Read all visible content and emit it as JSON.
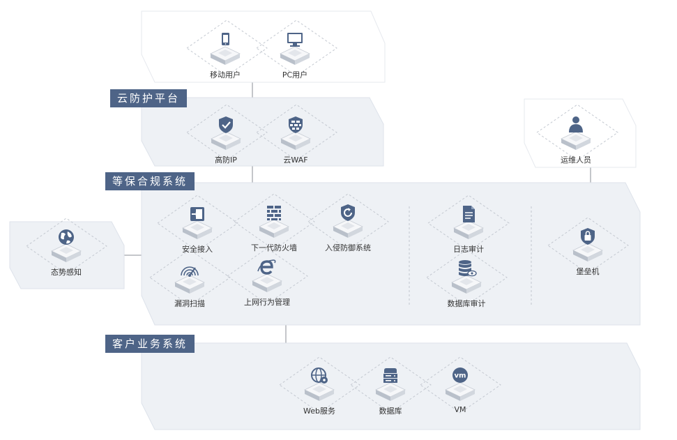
{
  "colors": {
    "panel_fill": "#eef1f5",
    "panel_border": "#dde2ea",
    "header_fill": "#4e6487",
    "device_top": "#f6f7f9",
    "device_side": "#d2d7de",
    "icon": "#4e6487",
    "dashed_line": "#c3c8d0",
    "connector": "#888e96"
  },
  "sections": {
    "cloud_protection": "云防护平台",
    "compliance": "等保合规系统",
    "business": "客户业务系统"
  },
  "nodes": {
    "mobile_user": {
      "label": "移动用户",
      "icon": "tablet-icon"
    },
    "pc_user": {
      "label": "PC用户",
      "icon": "monitor-icon"
    },
    "anti_ddos_ip": {
      "label": "高防IP",
      "icon": "shield-check-icon"
    },
    "cloud_waf": {
      "label": "云WAF",
      "icon": "firewall-shield-icon"
    },
    "ops_staff": {
      "label": "运维人员",
      "icon": "person-icon"
    },
    "secure_access": {
      "label": "安全接入",
      "icon": "login-icon"
    },
    "ngfw": {
      "label": "下一代防火墙",
      "icon": "brick-wall-icon"
    },
    "ips": {
      "label": "入侵防御系统",
      "icon": "refresh-shield-icon"
    },
    "log_audit": {
      "label": "日志审计",
      "icon": "document-icon"
    },
    "bastion": {
      "label": "堡垒机",
      "icon": "lock-shield-icon"
    },
    "situation": {
      "label": "态势感知",
      "icon": "globe-icon"
    },
    "vuln_scan": {
      "label": "漏洞扫描",
      "icon": "radar-icon"
    },
    "web_behavior": {
      "label": "上网行为管理",
      "icon": "browser-e-icon"
    },
    "db_audit": {
      "label": "数据库审计",
      "icon": "database-eye-icon"
    },
    "web_service": {
      "label": "Web服务",
      "icon": "web-gear-icon"
    },
    "database": {
      "label": "数据库",
      "icon": "server-rack-icon"
    },
    "vm": {
      "label": "VM",
      "icon": "vm-icon"
    }
  },
  "vm_icon_text": "vm"
}
